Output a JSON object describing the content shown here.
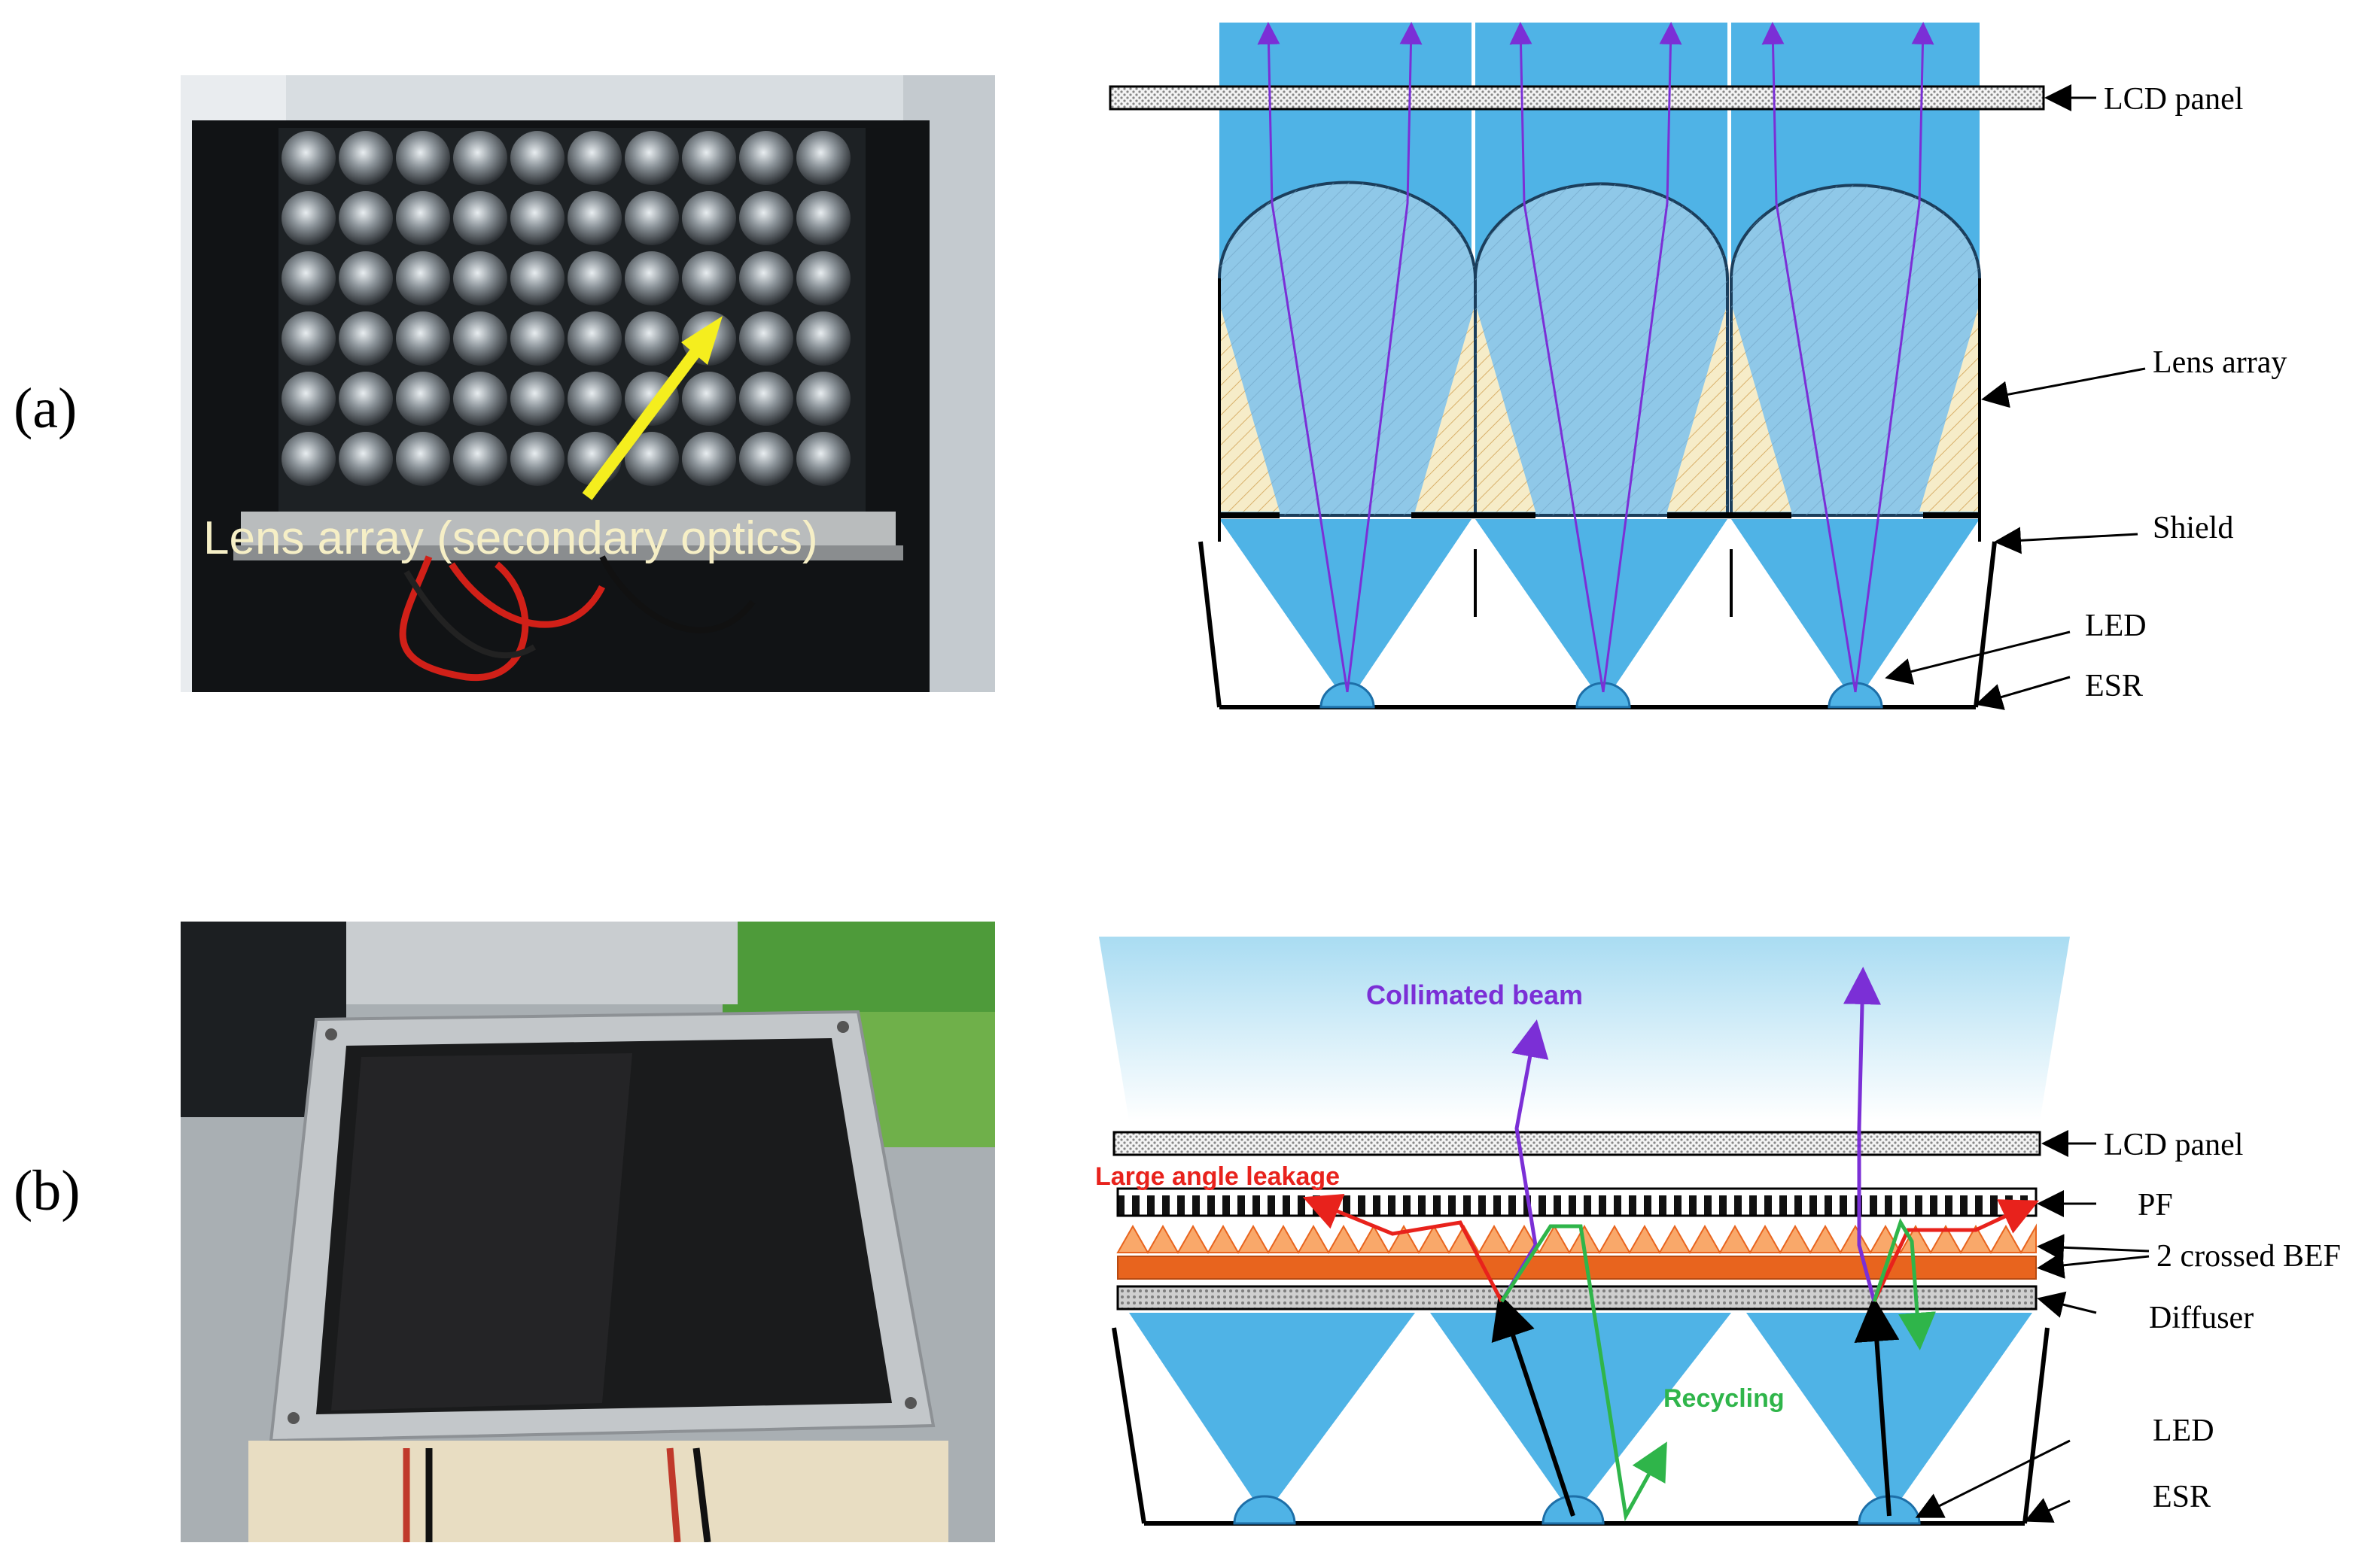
{
  "panel_a": {
    "label": "(a)",
    "photo_caption": "Lens array (secondary optics)",
    "labels": {
      "lcd_panel": "LCD panel",
      "lens_array": "Lens array",
      "shield": "Shield",
      "led": "LED",
      "esr": "ESR"
    }
  },
  "panel_b": {
    "label": "(b)",
    "labels": {
      "lcd_panel": "LCD panel",
      "pf": "PF",
      "bef": "2 crossed BEF",
      "diffuser": "Diffuser",
      "led": "LED",
      "esr": "ESR",
      "collimated_beam": "Collimated beam",
      "large_angle_leakage": "Large angle leakage",
      "recycling": "Recycling"
    }
  },
  "colors": {
    "light_blue": "#4fb3e6",
    "pale_blue": "#a9dcf2",
    "purple_ray": "#7b2fd6",
    "red_ray": "#e8221c",
    "green_ray": "#2fb54a",
    "shield_fill": "#f6ecc8",
    "bef_orange": "#e8641e",
    "bef_light": "#f9a86a",
    "photo_arrow": "#f5ee1e"
  },
  "icons": [
    "yellow-arrow-icon",
    "led-dome-icon"
  ]
}
